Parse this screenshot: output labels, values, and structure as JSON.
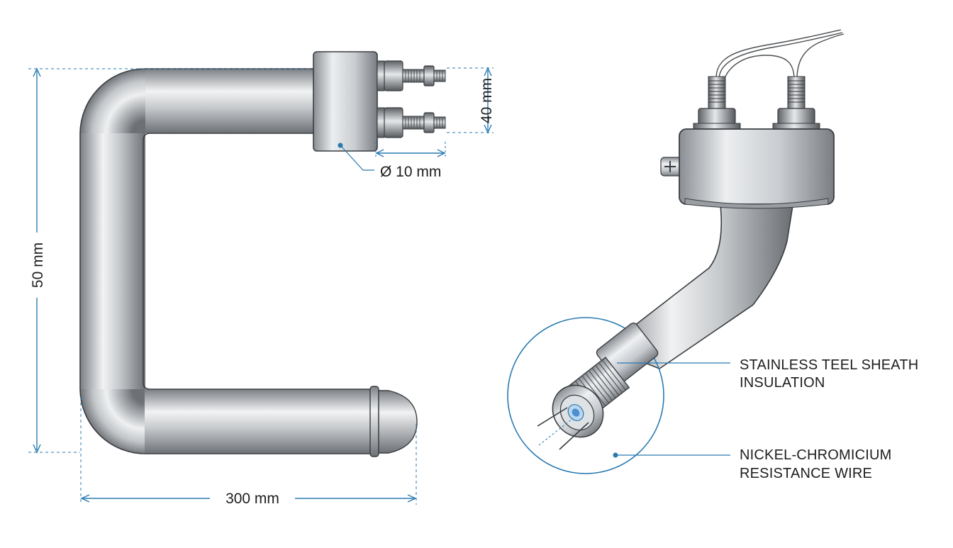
{
  "dimensions": {
    "height_label": "50 mm",
    "width_label": "300 mm",
    "terminal_spacing_label": "40 mm",
    "terminal_diameter_label": "Ø 10 mm"
  },
  "callouts": {
    "sheath_line1": "STAINLESS TEEL SHEATH",
    "sheath_line2": "INSULATION",
    "wire_line1": "NICKEL-CHROMICIUM",
    "wire_line2": "RESISTANCE WIRE"
  },
  "colors": {
    "dimension_line": "#2a7ab0",
    "callout_line": "#2a7ab0",
    "metal_dark": "#6f7378",
    "metal_light": "#f4f5f6"
  }
}
